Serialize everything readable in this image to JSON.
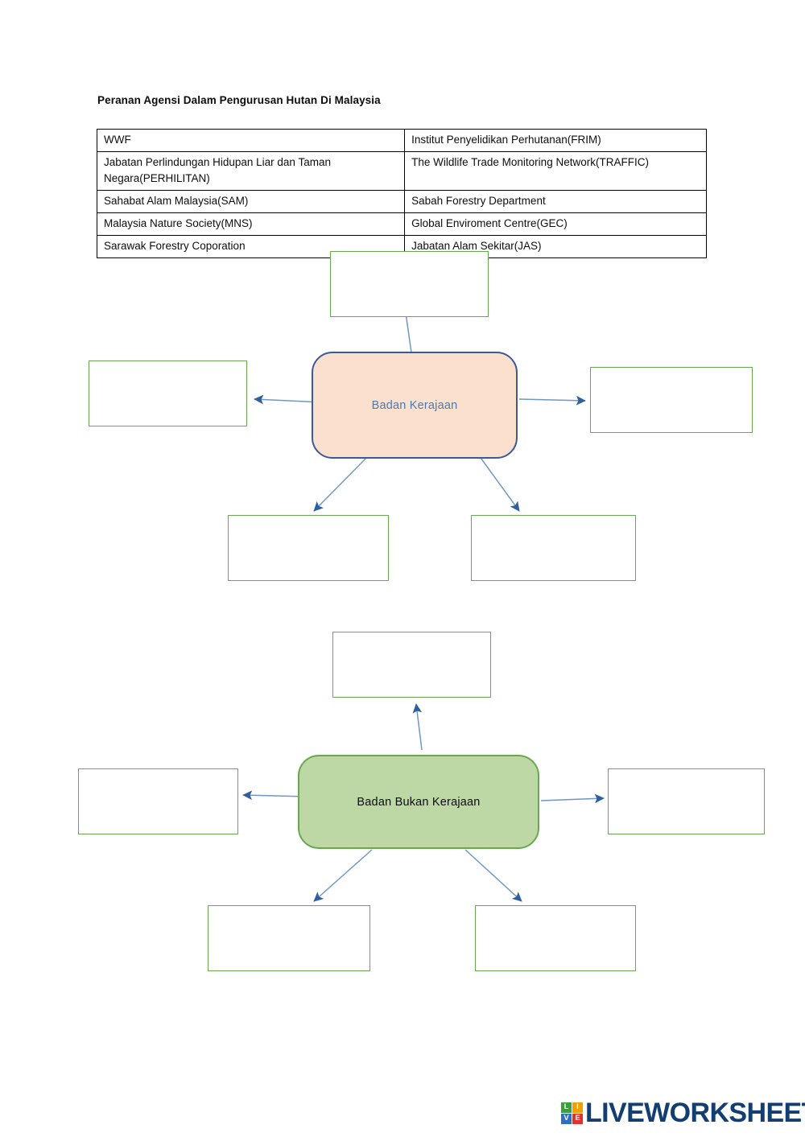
{
  "worksheet": {
    "title": "Peranan Agensi Dalam Pengurusan Hutan Di Malaysia"
  },
  "word_bank": {
    "rows": [
      {
        "left": "WWF",
        "right": "Institut Penyelidikan Perhutanan(FRIM)"
      },
      {
        "left": "Jabatan Perlindungan Hidupan Liar dan Taman Negara(PERHILITAN)",
        "right": "The Wildlife Trade Monitoring Network(TRAFFIC)"
      },
      {
        "left": "Sahabat Alam Malaysia(SAM)",
        "right": "Sabah Forestry Department"
      },
      {
        "left": "Malaysia Nature Society(MNS)",
        "right": "Global Enviroment Centre(GEC)"
      },
      {
        "left": "Sarawak Forestry Coporation",
        "right": "Jabatan Alam Sekitar(JAS)"
      }
    ]
  },
  "diagram_government": {
    "center_label": "Badan Kerajaan",
    "answers": {
      "top": "",
      "left": "",
      "right": "",
      "bottom_left": "",
      "bottom_right": ""
    },
    "placeholder": ""
  },
  "diagram_ngo": {
    "center_label": "Badan Bukan Kerajaan",
    "answers": {
      "top": "",
      "left": "",
      "right": "",
      "bottom_left": "",
      "bottom_right": ""
    },
    "placeholder": ""
  },
  "footer": {
    "logo_tiles": [
      "L",
      "I",
      "V",
      "E"
    ],
    "wordmark": "LIVEWORKSHEETS"
  },
  "colors": {
    "box_border_green": "#6aa84f",
    "gov_node_fill": "#fbe0cd",
    "gov_node_border": "#3b5a9b",
    "gov_node_text": "#4a7ab5",
    "ngo_node_fill": "#bdd7a5",
    "ngo_node_border": "#6aa84f",
    "arrow_blue": "#2f5f9e",
    "logo_navy": "#123e72"
  }
}
